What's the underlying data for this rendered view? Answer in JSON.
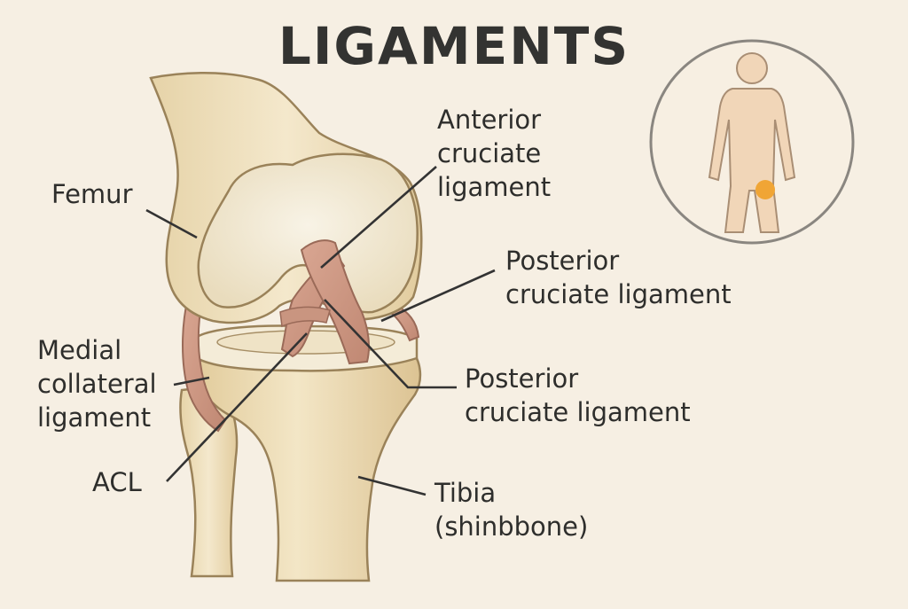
{
  "title": "LIGAMENTS",
  "labels": {
    "femur": "Femur",
    "anterior_cruciate": "Anterior\ncruciate\nligament",
    "posterior_cruciate_1": "Posterior\ncruciate ligament",
    "posterior_cruciate_2": "Posterior\ncruciate ligament",
    "medial_collateral": "Medial\ncollateral\nligament",
    "acl": "ACL",
    "tibia": "Tibia\n(shinbbone)"
  },
  "colors": {
    "background": "#f6efe3",
    "bone": "#efe0bf",
    "bone_outline": "#9a8259",
    "cartilage": "#f5efe0",
    "ligament": "#cf9b86",
    "ligament_outline": "#9a6a58",
    "leader_line": "#333333",
    "inset_body": "#f1d6b8",
    "inset_marker": "#f0a535"
  },
  "icons": {
    "inset": "human-body-icon"
  }
}
